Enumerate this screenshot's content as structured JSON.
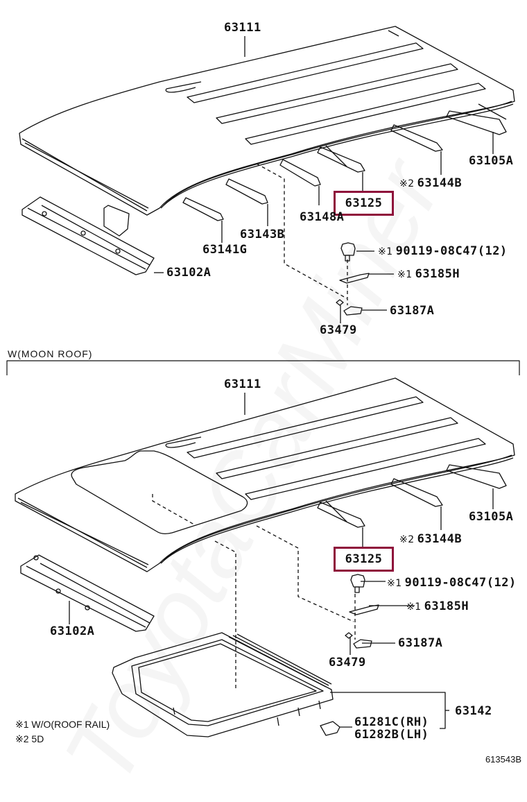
{
  "diagram": {
    "figure_number": "613543B",
    "watermark": "ToyotaCarMiner",
    "highlight_color": "#8e0f3a",
    "section_moon_roof": {
      "title": "W(MOON ROOF)"
    },
    "notes": [
      {
        "mark": "※1",
        "text": "W/O(ROOF RAIL)"
      },
      {
        "mark": "※2",
        "text": "5D"
      }
    ],
    "upper": {
      "labels": {
        "roof_panel": "63111",
        "rear_header": "63105A",
        "bow_5d": {
          "mark": "※2",
          "text": "63144B"
        },
        "highlighted": "63125",
        "bow_148": "63148A",
        "bow_143": "63143B",
        "bow_141": "63141G",
        "front_header": "63102A",
        "bolt": {
          "mark": "※1",
          "text": "90119-08C47(12)"
        },
        "bracket_185": {
          "mark": "※1",
          "text": "63185H"
        },
        "bracket_187": "63187A",
        "cushion": "63479"
      }
    },
    "lower": {
      "labels": {
        "roof_panel": "63111",
        "rear_header": "63105A",
        "bow_5d": {
          "mark": "※2",
          "text": "63144B"
        },
        "highlighted": "63125",
        "front_header": "63102A",
        "bolt": {
          "mark": "※1",
          "text": "90119-08C47(12)"
        },
        "bracket_185": {
          "mark": "※1",
          "text": "63185H"
        },
        "bracket_187": "63187A",
        "cushion": "63479",
        "sunroof_housing": "63142",
        "bracket_rh": "61281C(RH)",
        "bracket_lh": "61282B(LH)"
      }
    }
  }
}
